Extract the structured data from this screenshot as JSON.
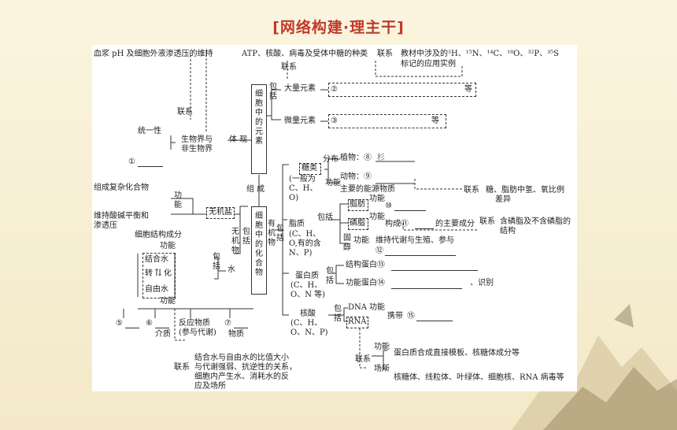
{
  "title": "[网络构建·理主干]",
  "top": {
    "ph": "血浆 pH 及细胞外液渗透压的维持",
    "atp": "ATP、核酸、病毒及受体中糖的种类",
    "lianxi_top": "联系",
    "lianxi_r": "联系",
    "isotope": "教材中涉及的³H、¹⁵N、¹⁴C、¹⁸O、³²P、³⁵S",
    "isotope_line2": "标记的应用实例"
  },
  "elements": {
    "vertical": "细胞中的元素",
    "baokuo": "包括",
    "major": "大量元素",
    "major_blank": "②",
    "major_deng": "等",
    "trace": "微量元素",
    "trace_blank": "③",
    "trace_deng": "等"
  },
  "left": {
    "lianxi": "联系",
    "tongyi": "统一性",
    "biojie": "生物界与",
    "feibio": "非生物界",
    "tixian": "体 现",
    "c1": "①",
    "zucheng": "组 成"
  },
  "compounds": {
    "vertical": "细胞中的化合物",
    "youji": "有机物",
    "baokuo": "包括",
    "wuji": "无机物",
    "baokuo2": "包括"
  },
  "sugar": {
    "name": "糖类",
    "comp": "(一般为C、H、O)",
    "fenbu": "分布",
    "plant": "植物：⑧",
    "plant_hint": "杉",
    "animal": "动物：⑨",
    "gongneng": "功能",
    "func": "主要的能源物质",
    "lianxi": "联系",
    "lianxi_text": "糖、脂肪中氢、氧比例",
    "lianxi_text2": "差异"
  },
  "lipid": {
    "name": "脂质",
    "comp": "(C、H、O,有的含N、P)",
    "baokuo": "包括",
    "fat": "脂肪",
    "fat_gn": "功能",
    "fat_blank": "⑩",
    "phos": "磷脂",
    "phos_gn": "功能",
    "phos_text": "构成⑪",
    "phos_tail": "的主要成分",
    "lianxi": "联系",
    "phos_lx": "含磷脂及不含磷脂的",
    "phos_lx2": "结构",
    "sterol": "固醇",
    "sterol_gn": "功能",
    "sterol_text": "维持代谢与生殖、参与",
    "sterol_blank": "⑫"
  },
  "protein": {
    "name": "蛋白质",
    "comp": "(C、H、O、N 等)",
    "baokuo": "包括",
    "struct": "结构蛋白⑬",
    "func": "功能蛋白⑭",
    "func_tail": "、识别"
  },
  "nucleic": {
    "name": "核酸",
    "comp": "(C、H、O、N、P)",
    "baokuo": "包括",
    "dna": "DNA",
    "gn": "功能",
    "carry": "携带",
    "blank": "⑮",
    "rna": "RNA",
    "rna_gn": "功能",
    "rna_func": "蛋白质合成直接模板、核糖体成分等",
    "lianxi": "联系",
    "changsuo": "场所",
    "places": "核糖体、线粒体、叶绿体、细胞核、RNA 病毒等"
  },
  "salt": {
    "name": "无机盐",
    "gongneng": "功能",
    "f1": "组成复杂化合物",
    "f2": "维持酸碱平衡和",
    "f3": "渗透压",
    "cell": "细胞结构成分"
  },
  "water": {
    "name": "水",
    "gongneng": "功能",
    "gongneng2": "功能",
    "baokuo": "包括",
    "bound": "结合水",
    "zhuan": "转",
    "hua": "化",
    "free": "自由水",
    "b5": "⑤",
    "b6": "⑥",
    "jiezhi": "介质",
    "react": "反应物质",
    "react2": "(参与代谢)",
    "b7": "⑦",
    "wuzhi": "物质",
    "lianxi": "联系",
    "note1": "结合水与自由水的比值大小",
    "note2": "与代谢强弱、抗逆性的关系，",
    "note3": "细胞内产生水、消耗水的反",
    "note4": "应及场所"
  }
}
